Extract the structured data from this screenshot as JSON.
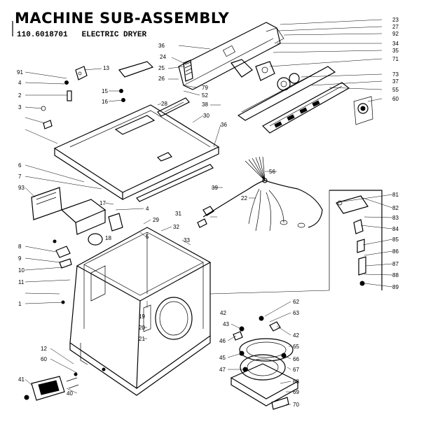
{
  "header": {
    "title": "MACHINE SUB-ASSEMBLY",
    "model_number": "110.6018701",
    "description": "ELECTRIC DRYER"
  },
  "callouts": [
    "23",
    "27",
    "92",
    "34",
    "35",
    "71",
    "73",
    "37",
    "55",
    "60",
    "36",
    "24",
    "25",
    "26",
    "79",
    "52",
    "38",
    "13",
    "91",
    "4",
    "2",
    "15",
    "16",
    "28",
    "3",
    "30",
    "36",
    "6",
    "7",
    "93",
    "17",
    "4",
    "5",
    "29",
    "32",
    "33",
    "8",
    "9",
    "10",
    "11",
    "1",
    "18",
    "39",
    "22",
    "56",
    "31",
    "81",
    "82",
    "83",
    "84",
    "85",
    "86",
    "87",
    "88",
    "89",
    "62",
    "63",
    "42",
    "42",
    "43",
    "46",
    "47",
    "45",
    "65",
    "66",
    "67",
    "68",
    "69",
    "70",
    "12",
    "60",
    "19",
    "20",
    "21",
    "41",
    "40"
  ]
}
